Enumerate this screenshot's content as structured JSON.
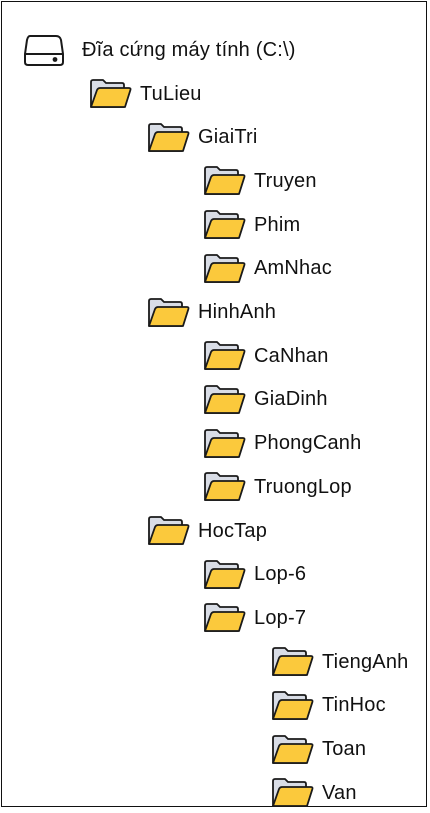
{
  "tree": {
    "drive": {
      "label": "Đĩa cứng máy tính (C:\\)",
      "icon": "hard-drive-icon"
    },
    "nodes": [
      {
        "label": "TuLieu",
        "depth": 1,
        "icon": "folder-icon"
      },
      {
        "label": "GiaiTri",
        "depth": 2,
        "icon": "folder-icon"
      },
      {
        "label": "Truyen",
        "depth": 3,
        "icon": "folder-icon"
      },
      {
        "label": "Phim",
        "depth": 3,
        "icon": "folder-icon"
      },
      {
        "label": "AmNhac",
        "depth": 3,
        "icon": "folder-icon"
      },
      {
        "label": "HinhAnh",
        "depth": 2,
        "icon": "folder-icon"
      },
      {
        "label": "CaNhan",
        "depth": 3,
        "icon": "folder-icon"
      },
      {
        "label": "GiaDinh",
        "depth": 3,
        "icon": "folder-icon"
      },
      {
        "label": "PhongCanh",
        "depth": 3,
        "icon": "folder-icon"
      },
      {
        "label": "TruongLop",
        "depth": 3,
        "icon": "folder-icon"
      },
      {
        "label": "HocTap",
        "depth": 2,
        "icon": "folder-icon"
      },
      {
        "label": "Lop-6",
        "depth": 3,
        "icon": "folder-icon"
      },
      {
        "label": "Lop-7",
        "depth": 3,
        "icon": "folder-icon"
      },
      {
        "label": "TiengAnh",
        "depth": 4,
        "icon": "folder-icon"
      },
      {
        "label": "TinHoc",
        "depth": 4,
        "icon": "folder-icon"
      },
      {
        "label": "Toan",
        "depth": 4,
        "icon": "folder-icon"
      },
      {
        "label": "Van",
        "depth": 4,
        "icon": "folder-icon"
      }
    ]
  },
  "colors": {
    "folder_fill": "#fbc93c",
    "folder_back": "#d9dde6",
    "outline": "#1a1a1a",
    "text": "#111111"
  }
}
